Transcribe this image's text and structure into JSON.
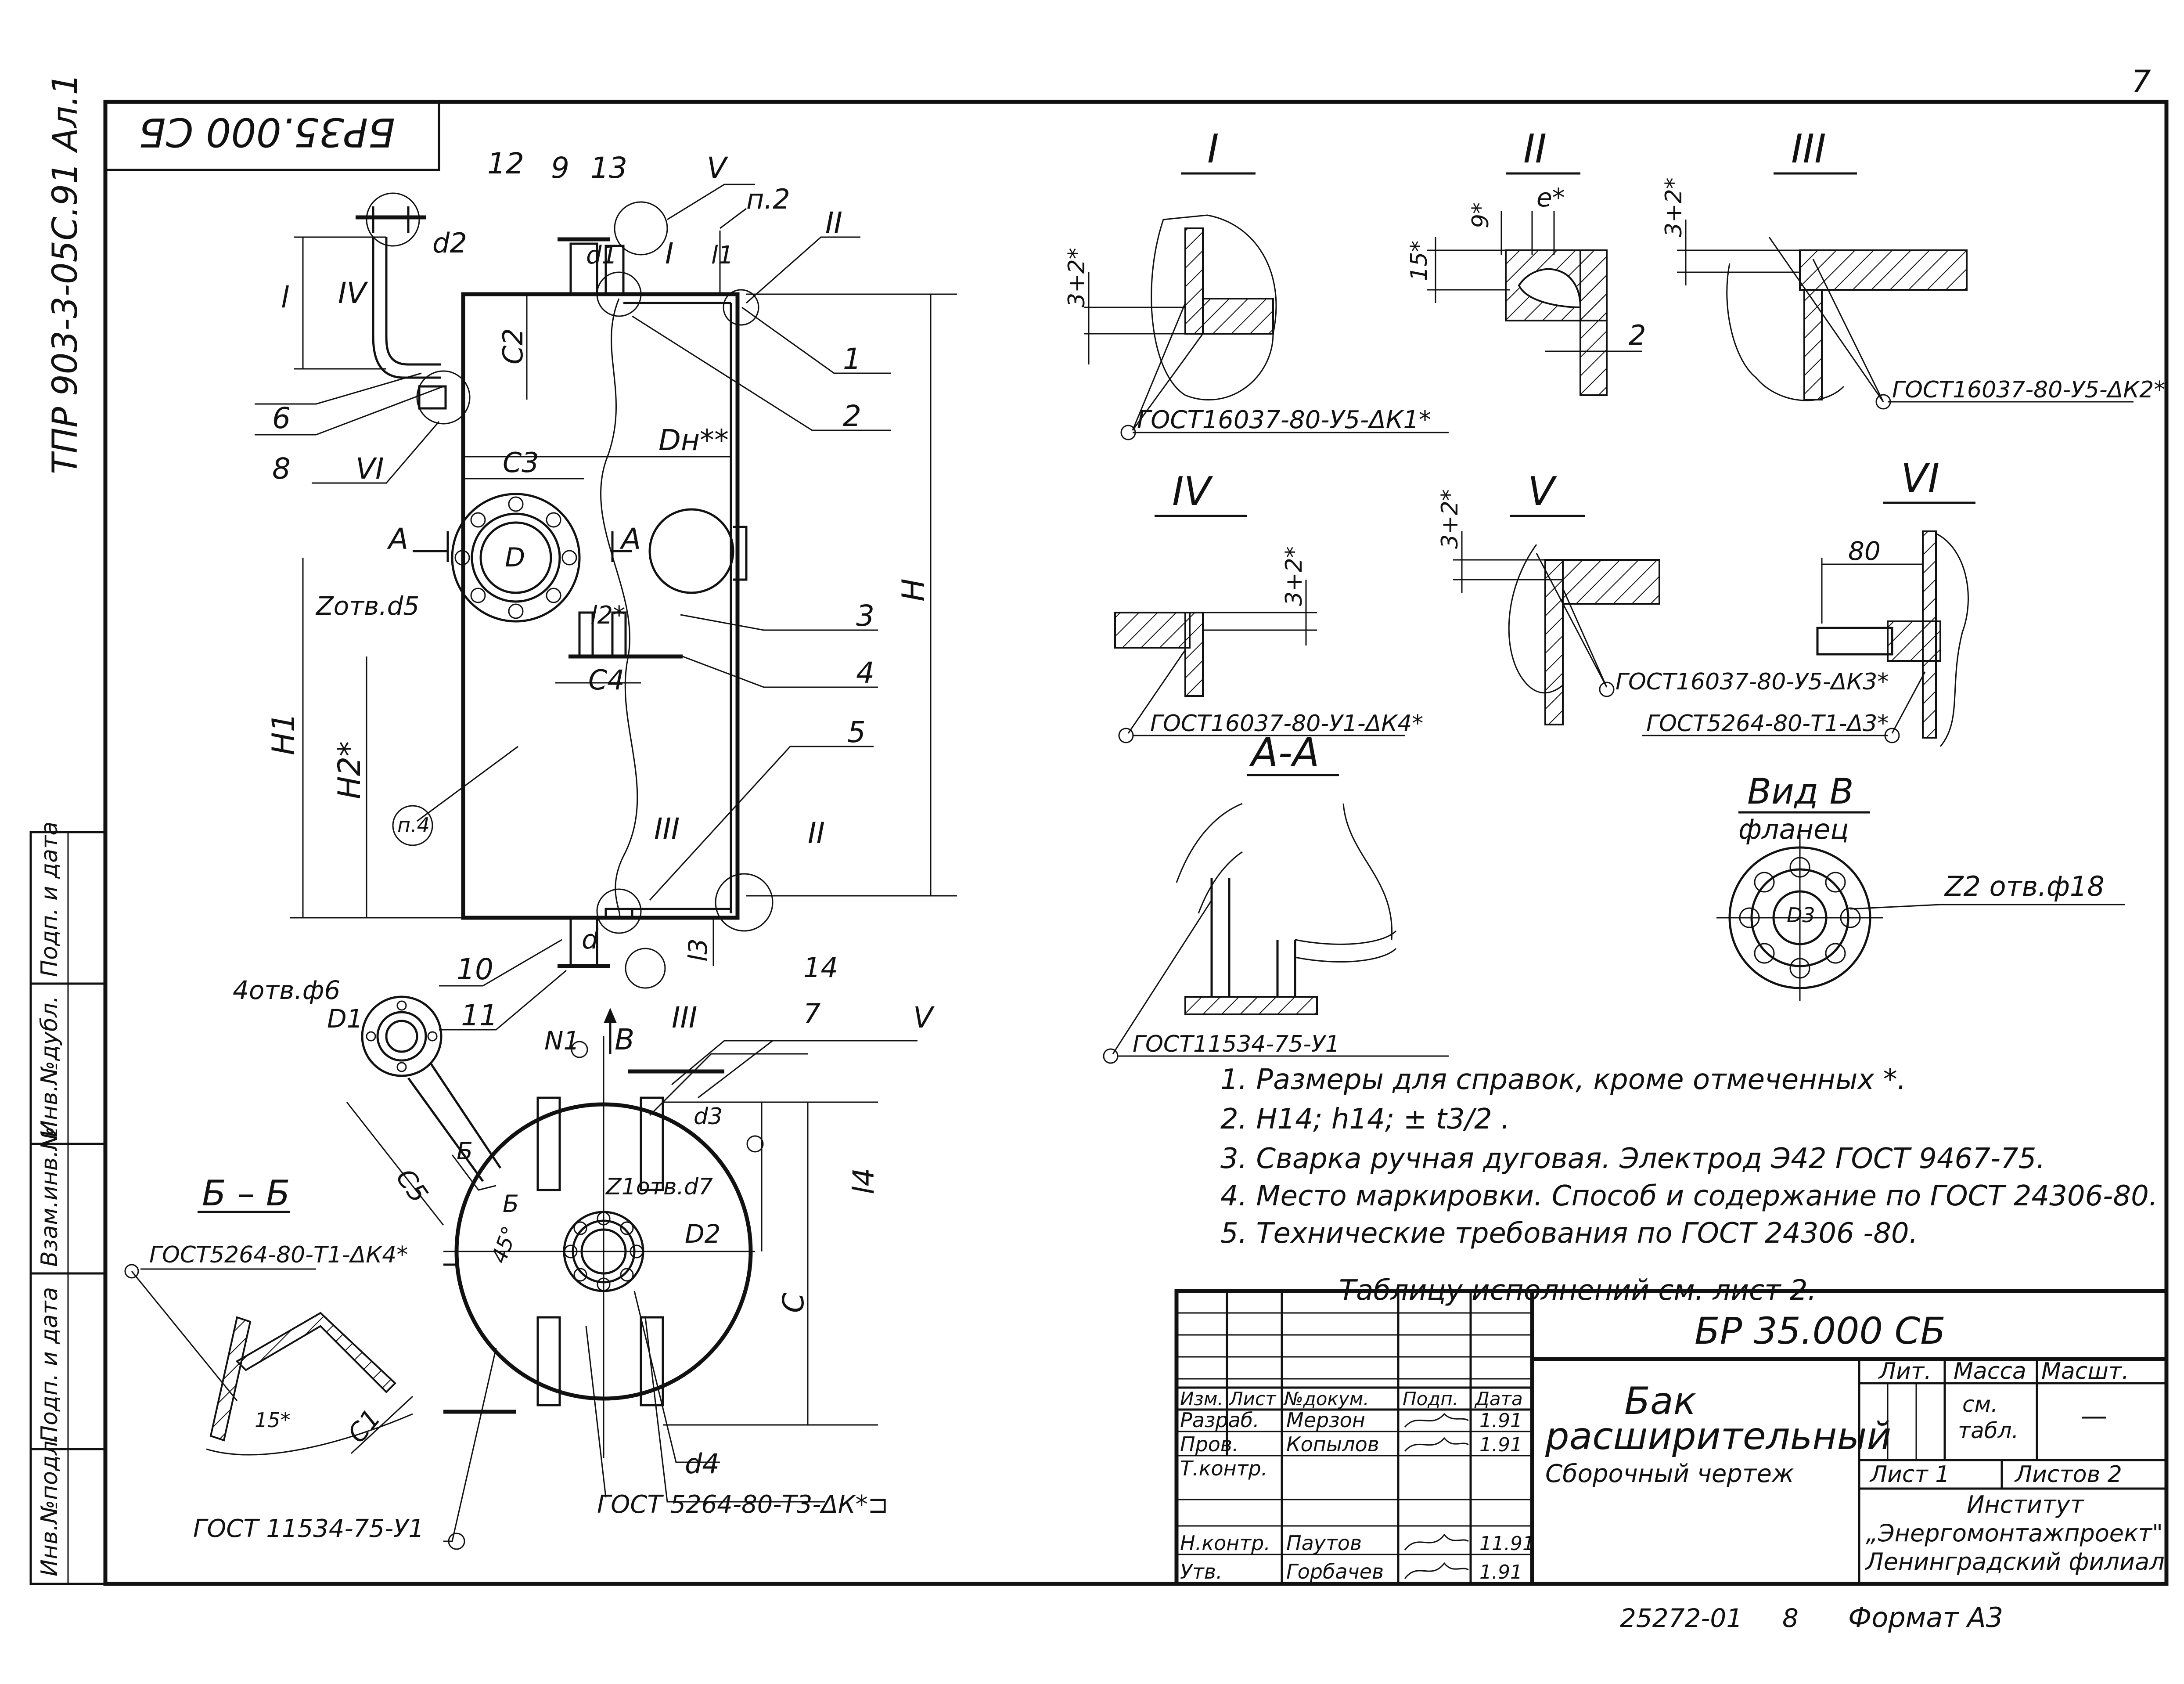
{
  "sheet": {
    "page_number": "7",
    "side_stamp": "ТПР 903-3-05С.91 Ал.1",
    "top_stamp": "БР35.000 СБ"
  },
  "left_strip": [
    "Инв.№подл.",
    "Подп. и дата",
    "Взам.инв.№",
    "Инв.№дубл.",
    "Подп. и дата"
  ],
  "main_view": {
    "balloons": [
      "12",
      "9",
      "13",
      "V",
      "п.2",
      "II",
      "1",
      "2",
      "I",
      "IV",
      "6",
      "8",
      "VI",
      "3",
      "4",
      "5",
      "III",
      "II",
      "10",
      "11",
      "III"
    ],
    "dims": {
      "l": "l",
      "d2": "d2",
      "d1": "d1",
      "l1": "l1",
      "C2": "C2",
      "Dn": "Dн**",
      "C3": "C3",
      "H": "H",
      "H1": "H1",
      "H2": "H2*",
      "D": "D",
      "zdots": "Zотв.d5",
      "l2": "l2*",
      "C4": "C4",
      "d": "d",
      "l3": "l3",
      "n4": "п.4",
      "A_left": "A",
      "A_right": "A"
    }
  },
  "plan_view": {
    "balloons": [
      "14",
      "7",
      "V",
      "N1",
      "B"
    ],
    "dims": {
      "holes_small": "4отв.ф6",
      "D1": "D1",
      "C5": "C5",
      "B_cut": "Б",
      "B_cut2": "Б",
      "z1": "Z1отв.d7",
      "D2": "D2",
      "d3": "d3",
      "l4": "l4",
      "C": "C",
      "angle": "45°",
      "d4": "d4",
      "gost_bottom": "ГОСТ 5264-80-Т3-ΔК*⊐",
      "gost_left": "ГОСТ 11534-75-У1"
    }
  },
  "section_bb": {
    "title": "Б – Б",
    "gost": "ГОСТ5264-80-Т1-ΔК4*",
    "angle": "15*",
    "c1": "C1"
  },
  "details": {
    "I": {
      "title": "I",
      "dim": "3+2*",
      "gost": "ГОСТ16037-80-У5-ΔК1*"
    },
    "II": {
      "title": "II",
      "dim_a": "15*",
      "dim_b": "9*",
      "dim_c": "e*",
      "label": "2"
    },
    "III": {
      "title": "III",
      "dim": "3+2*",
      "gost": "ГОСТ16037-80-У5-ΔК2*"
    },
    "IV": {
      "title": "IV",
      "dim": "3+2*",
      "gost": "ГОСТ16037-80-У1-ΔК4*"
    },
    "V": {
      "title": "V",
      "dim": "3+2*",
      "gost": "ГОСТ16037-80-У5-ΔК3*"
    },
    "VI": {
      "title": "VI",
      "dim": "80",
      "gost": "ГОСТ5264-80-Т1-Δ3*"
    },
    "AA": {
      "title": "А-А",
      "gost": "ГОСТ11534-75-У1"
    },
    "VidB": {
      "title": "Вид В",
      "subtitle": "фланец",
      "holes": "Z2 отв.ф18",
      "d": "D3"
    }
  },
  "notes": [
    "1. Размеры для справок, кроме отмеченных *.",
    "2. Н14; h14; ± t3/2 .",
    "3. Сварка ручная дуговая. Электрод Э42 ГОСТ 9467-75.",
    "4. Место маркировки. Способ и содержание по ГОСТ 24306-80.",
    "5. Технические требования по ГОСТ 24306 -80."
  ],
  "table_note": "Таблицу исполнений см. лист 2.",
  "title_block": {
    "doc_number": "БР 35.000 СБ",
    "name_line1": "Бак",
    "name_line2": "расширительный",
    "name_line3": "Сборочный чертеж",
    "col_headers": [
      "Изм.",
      "Лист",
      "№докум.",
      "Подп.",
      "Дата"
    ],
    "rows": [
      {
        "role": "Разраб.",
        "name": "Мерзон",
        "date": "1.91"
      },
      {
        "role": "Пров.",
        "name": "Копылов",
        "date": "1.91"
      },
      {
        "role": "Т.контр.",
        "name": "",
        "date": ""
      },
      {
        "role": "",
        "name": "",
        "date": ""
      },
      {
        "role": "Н.контр.",
        "name": "Паутов",
        "date": "11.91"
      },
      {
        "role": "Утв.",
        "name": "Горбачев",
        "date": "1.91"
      }
    ],
    "lit": "Лит.",
    "massa": "Масса",
    "masht": "Масшт.",
    "massa_val_1": "см.",
    "massa_val_2": "табл.",
    "masht_val": "—",
    "sheet": "Лист 1",
    "sheets": "Листов 2",
    "org_1": "Институт",
    "org_2": "„Энергомонтажпроект\"",
    "org_3": "Ленинградский филиал"
  },
  "footer": {
    "code": "25272-01",
    "num": "8",
    "format": "Формат А3"
  }
}
